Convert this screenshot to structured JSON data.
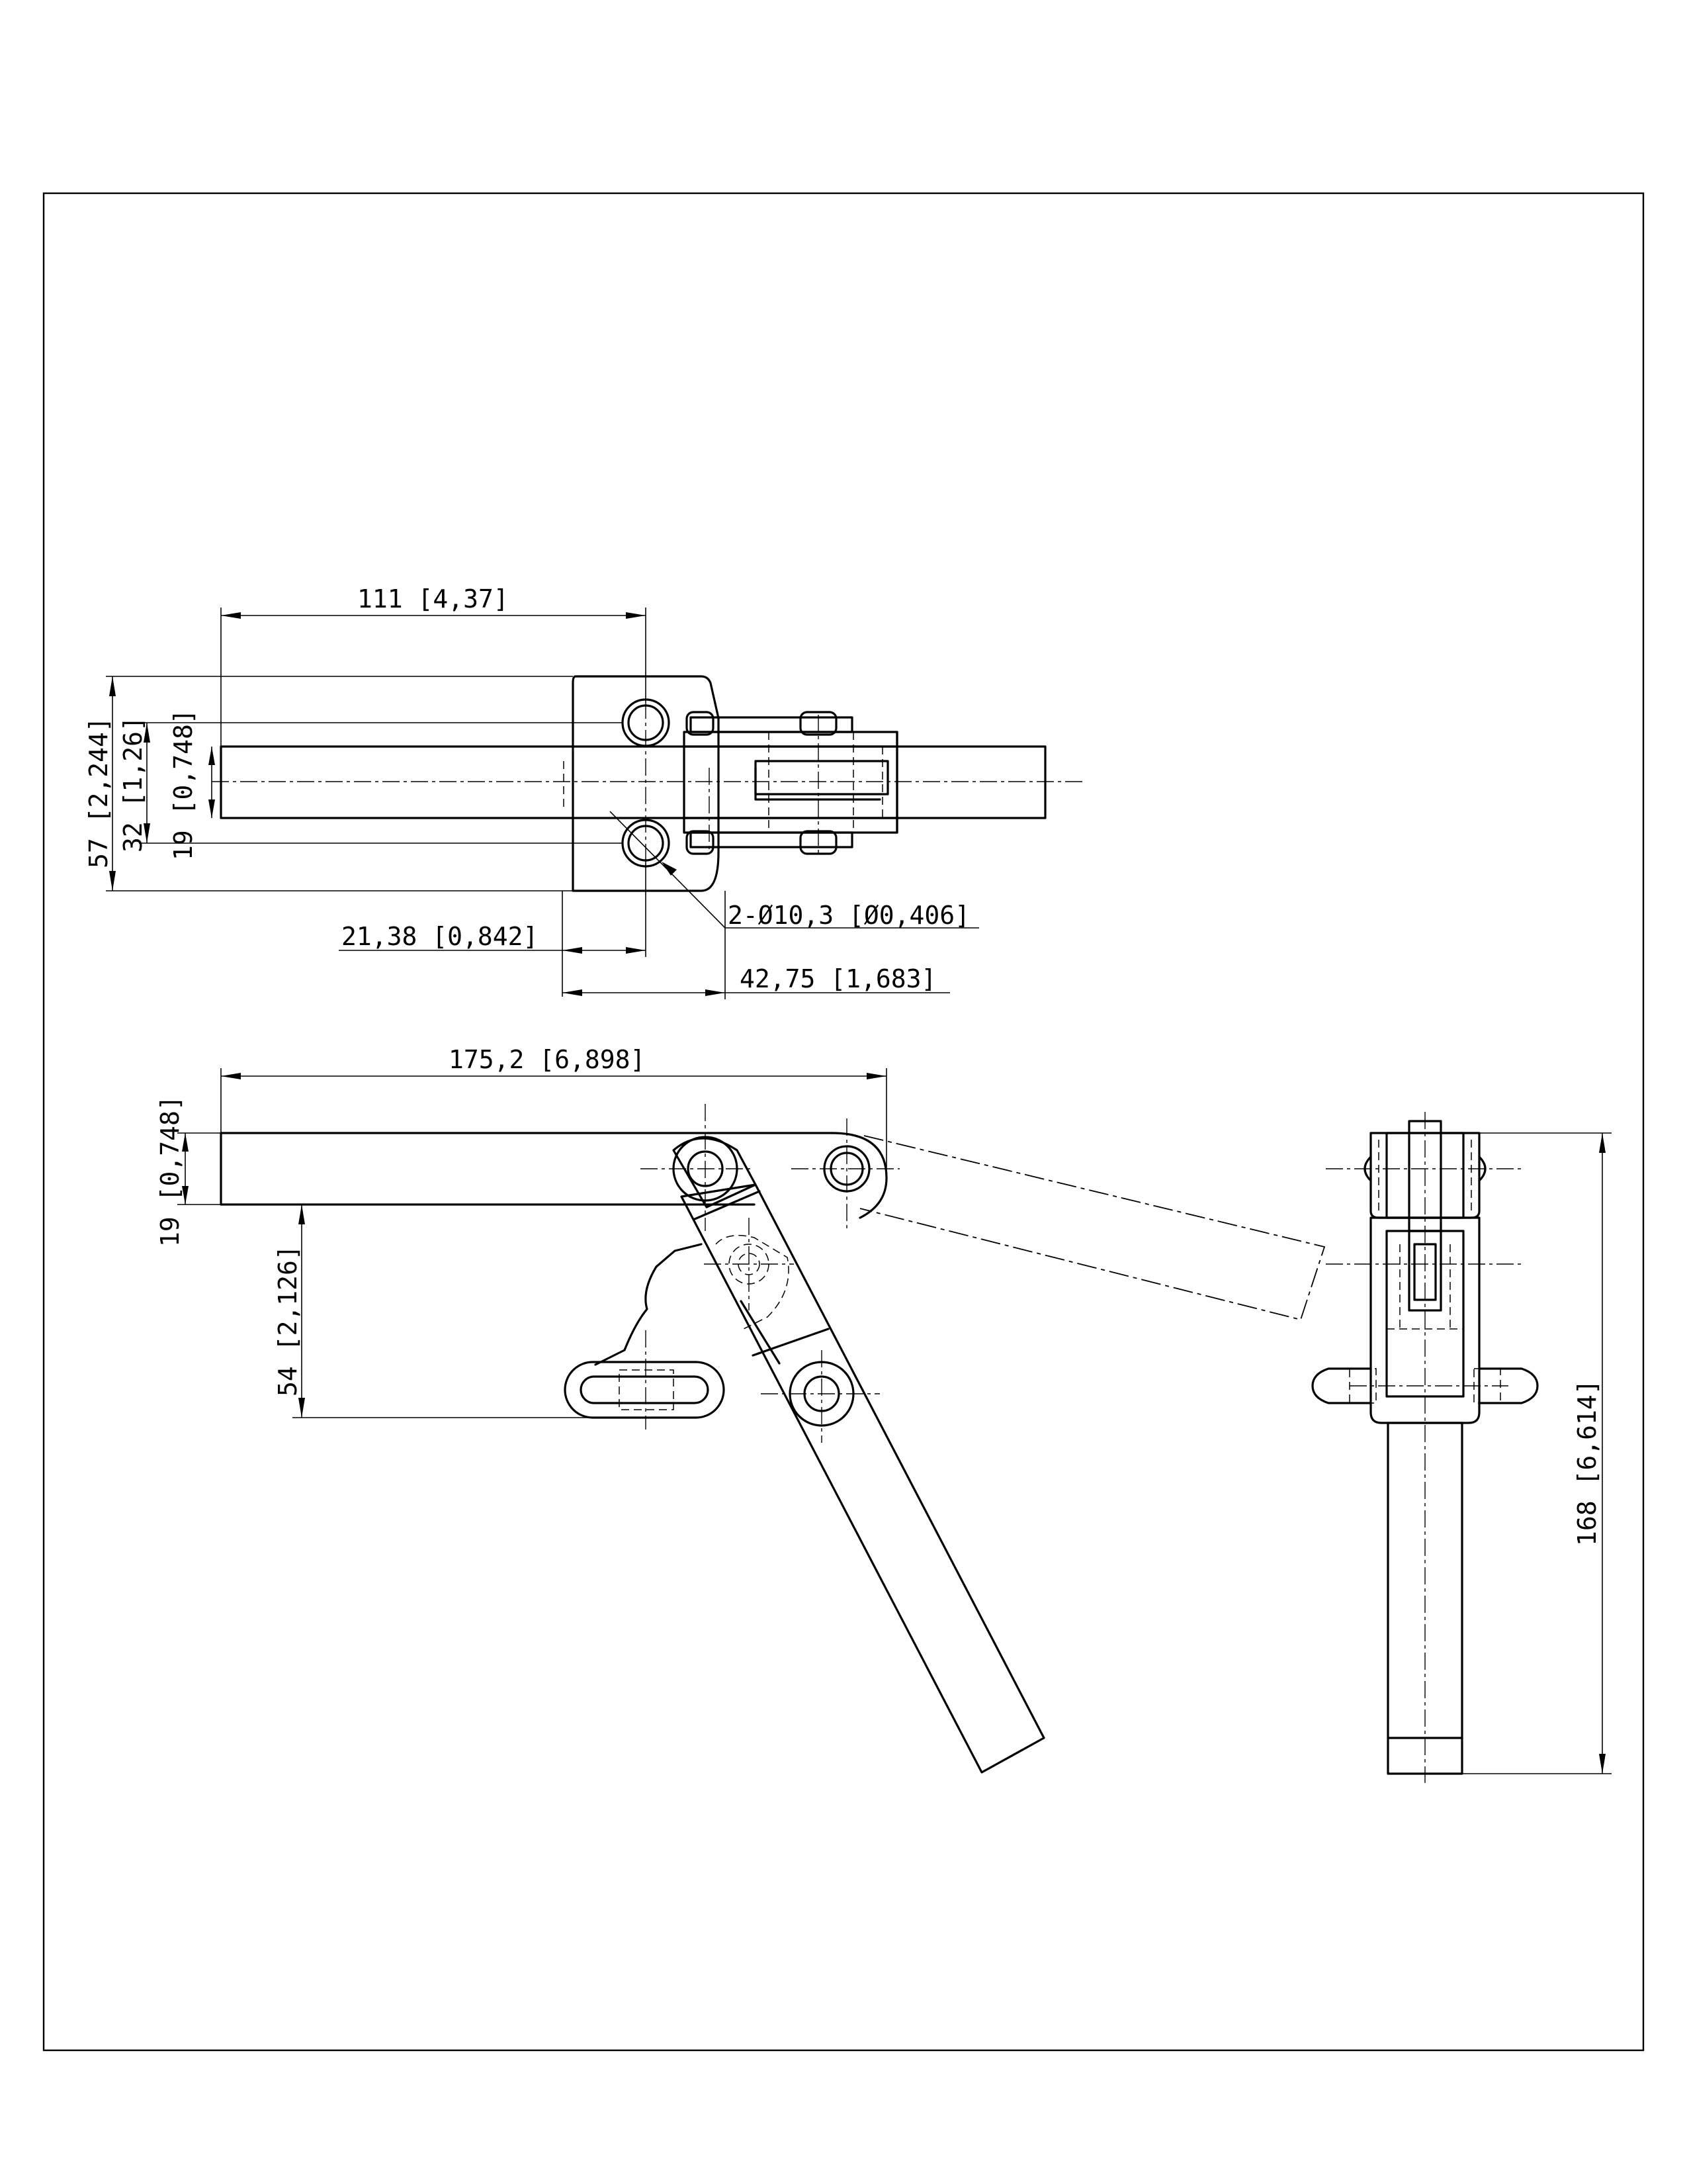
{
  "title_block": {},
  "top_view": {
    "dim_overall_length": "111 [4,37]",
    "dim_base_height": "57 [2,244]",
    "dim_hole_spacing": "32 [1,26]",
    "dim_bar_height": "19 [0,748]",
    "dim_hole_note": "2-Ø10,3 [Ø0,406]",
    "dim_hole_offset": "21,38 [0,842]",
    "dim_base_width": "42,75 [1,683]"
  },
  "front_view": {
    "dim_arm_length": "175,2 [6,898]",
    "dim_arm_height": "19 [0,748]",
    "dim_handle_drop": "54 [2,126]"
  },
  "side_view": {
    "dim_total_height": "168 [6,614]"
  }
}
